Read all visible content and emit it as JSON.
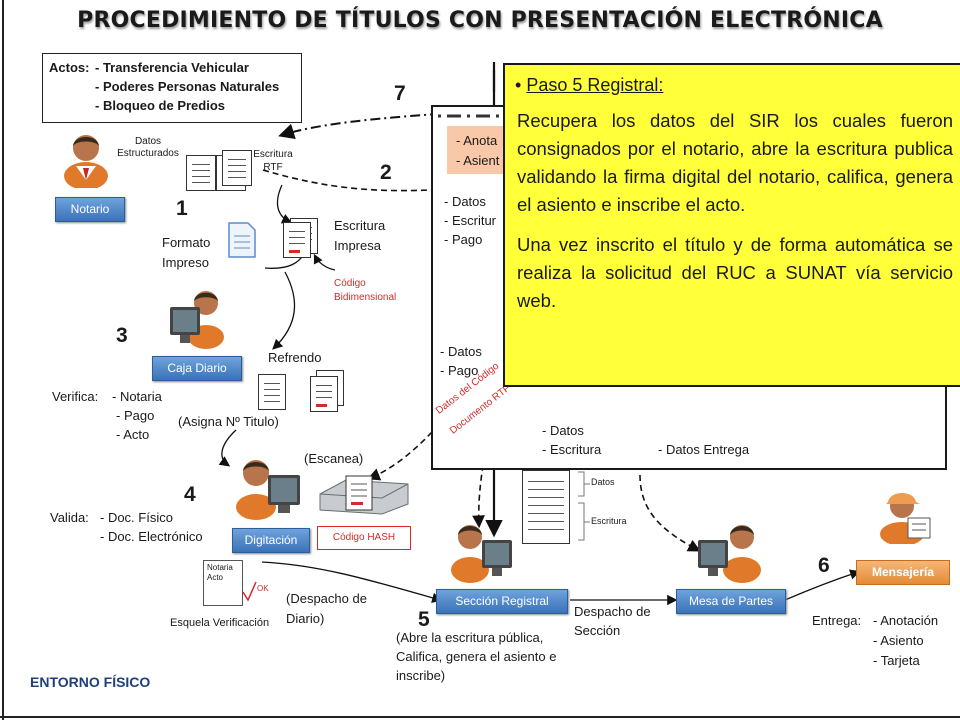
{
  "title": "PROCEDIMIENTO DE TÍTULOS CON PRESENTACIÓN ELECTRÓNICA",
  "actos": {
    "label": "Actos:",
    "items": [
      "- Transferencia Vehicular",
      "- Poderes Personas Naturales",
      "- Bloqueo de Predios"
    ]
  },
  "roles": {
    "notario": "Notario",
    "caja": "Caja Diario",
    "digitacion": "Digitación",
    "seccion": "Sección Registral",
    "mesa": "Mesa de Partes",
    "mensajeria": "Mensajería"
  },
  "steps": [
    "1",
    "2",
    "3",
    "4",
    "5",
    "6",
    "7"
  ],
  "labels": {
    "datos_estructurados": "Datos Estructurados",
    "escritura_rtf": "Escritura RTF",
    "escritura_impresa": "Escritura Impresa",
    "formato_impreso": "Formato Impreso",
    "codigo_bidimensional": "Código Bidimensional",
    "refrendo": "Refrendo",
    "asigna": "(Asigna Nº Titulo)",
    "verifica_label": "Verifica:",
    "verifica_items": [
      "- Notaria",
      "- Pago",
      "- Acto"
    ],
    "escanea": "(Escanea)",
    "codigo_hash": "Código HASH",
    "valida_label": "Valida:",
    "valida_items": [
      "- Doc. Físico",
      "- Doc. Electrónico"
    ],
    "notaria": "Notaria",
    "acto": "Acto",
    "ok": "OK",
    "esquela": "Esquela Verificación",
    "despacho_diario": "(Despacho de Diario)",
    "abre": "(Abre la escritura pública, Califica, genera el asiento e inscribe)",
    "despacho_seccion": "Despacho de Sección",
    "entrega_label": "Entrega:",
    "entrega_items": [
      "- Anotación",
      "- Asiento",
      "- Tarjeta"
    ],
    "entorno": "ENTORNO FÍSICO",
    "datos": "Datos",
    "escritura": "Escritura",
    "anota": "- Anota",
    "asient": "- Asient",
    "box_datos": "- Datos",
    "box_escritur": "- Escritur",
    "box_pago": "- Pago",
    "box_datos2": "- Datos",
    "box_pago2": "- Pago",
    "datos_del_codigo": "Datos del Código",
    "documento_rtf": "Documento RTF",
    "bottom_datos": "- Datos",
    "bottom_escritura": "- Escritura",
    "datos_entrega": "- Datos Entrega"
  },
  "popup": {
    "heading": "Paso 5 Registral:",
    "p1": "Recupera los datos del SIR los cuales fueron consignados por el notario, abre la escritura publica validando la firma digital del notario, califica, genera el asiento e inscribe el acto.",
    "p2": "Una vez inscrito el título y de forma automática se realiza la solicitud del RUC a SUNAT vía servicio web."
  },
  "colors": {
    "popup_bg": "#ffff3a",
    "role_button": "#4a80c6",
    "mensajeria_button": "#ee9c50",
    "salmon": "#f9c8a8",
    "red_text": "#d42a2a"
  }
}
